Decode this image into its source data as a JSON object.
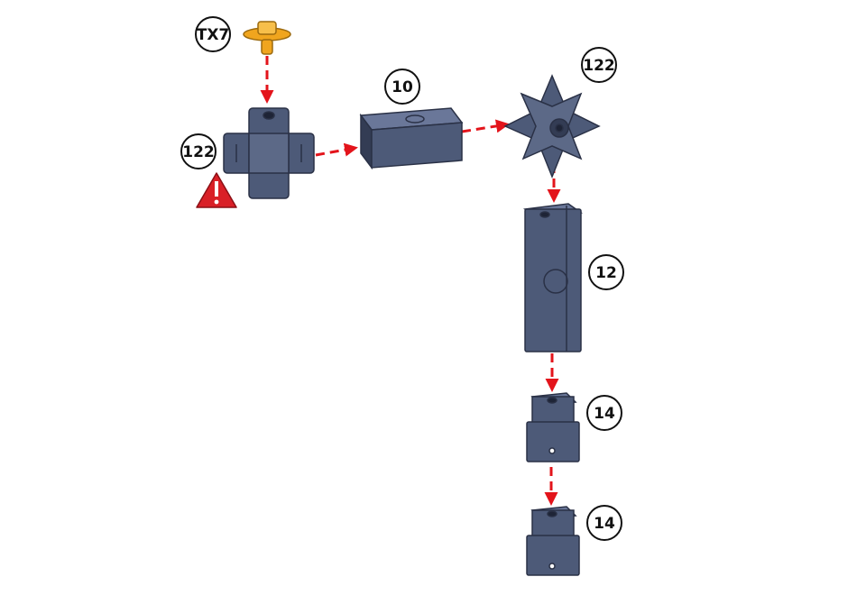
{
  "colors": {
    "part": "#4d5a78",
    "part_light": "#6a7799",
    "part_dark": "#333c54",
    "arrow": "#e3141b",
    "screw": "#f0a51e",
    "warning": "#d92027"
  },
  "labels": {
    "screw": "TX7",
    "hub_top": "122",
    "beam_10": "10",
    "star_hub": "122",
    "beam_12": "12",
    "block_14_a": "14",
    "block_14_b": "14"
  },
  "icons": {
    "warning": "warning-icon"
  }
}
